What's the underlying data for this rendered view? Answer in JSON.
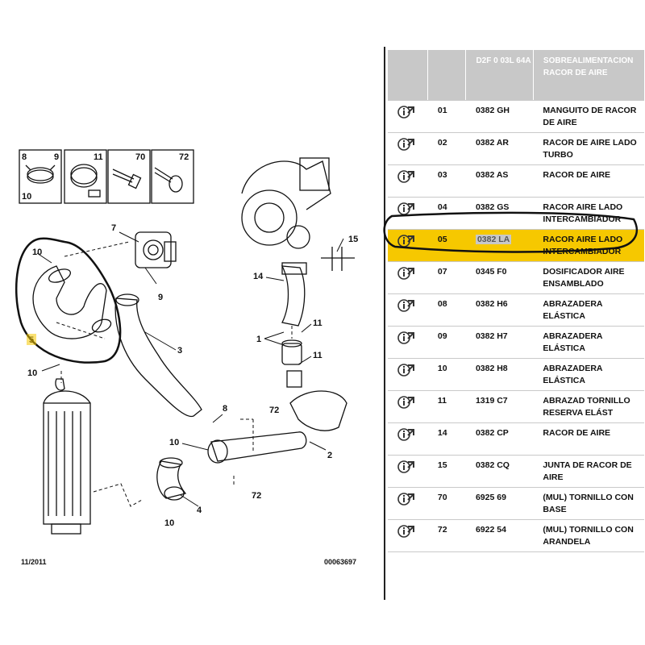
{
  "diagram": {
    "legend_boxes": [
      {
        "top_left": "8",
        "top_right": "9",
        "bottom_left": "10"
      },
      {
        "top_right": "11"
      },
      {
        "top_right": "70"
      },
      {
        "top_right": "72"
      }
    ],
    "callouts": [
      "10",
      "7",
      "9",
      "3",
      "5",
      "10",
      "8",
      "72",
      "10",
      "4",
      "10",
      "72",
      "2",
      "14",
      "15",
      "1",
      "11",
      "11"
    ],
    "date": "11/2011",
    "code": "00063697"
  },
  "table": {
    "headers": [
      "",
      "",
      "D2F 0 03L 64A",
      "SOBREALIMENTACION RACOR DE AIRE"
    ],
    "rows": [
      {
        "num": "01",
        "ref": "0382 GH",
        "desc": "MANGUITO DE RACOR DE AIRE"
      },
      {
        "num": "02",
        "ref": "0382 AR",
        "desc": "RACOR DE AIRE LADO TURBO"
      },
      {
        "num": "03",
        "ref": "0382 AS",
        "desc": "RACOR DE AIRE"
      },
      {
        "num": "04",
        "ref": "0382 GS",
        "desc": "RACOR AIRE LADO INTERCAMBIADOR"
      },
      {
        "num": "05",
        "ref": "0382 LA",
        "desc": "RACOR AIRE LADO INTERCAMBIADOR"
      },
      {
        "num": "07",
        "ref": "0345 F0",
        "desc": "DOSIFICADOR AIRE ENSAMBLADO"
      },
      {
        "num": "08",
        "ref": "0382 H6",
        "desc": "ABRAZADERA ELÁSTICA"
      },
      {
        "num": "09",
        "ref": "0382 H7",
        "desc": "ABRAZADERA ELÁSTICA"
      },
      {
        "num": "10",
        "ref": "0382 H8",
        "desc": "ABRAZADERA ELÁSTICA"
      },
      {
        "num": "11",
        "ref": "1319 C7",
        "desc": "ABRAZAD TORNILLO RESERVA ELÁST"
      },
      {
        "num": "14",
        "ref": "0382 CP",
        "desc": "RACOR DE AIRE"
      },
      {
        "num": "15",
        "ref": "0382 CQ",
        "desc": "JUNTA DE RACOR DE AIRE"
      },
      {
        "num": "70",
        "ref": "6925 69",
        "desc": "(MUL) TORNILLO CON BASE"
      },
      {
        "num": "72",
        "ref": "6922 54",
        "desc": "(MUL) TORNILLO CON ARANDELA"
      }
    ],
    "highlight_row": "05",
    "highlight_color": "#f6c800",
    "row_icon": "info-arrow-icon"
  }
}
